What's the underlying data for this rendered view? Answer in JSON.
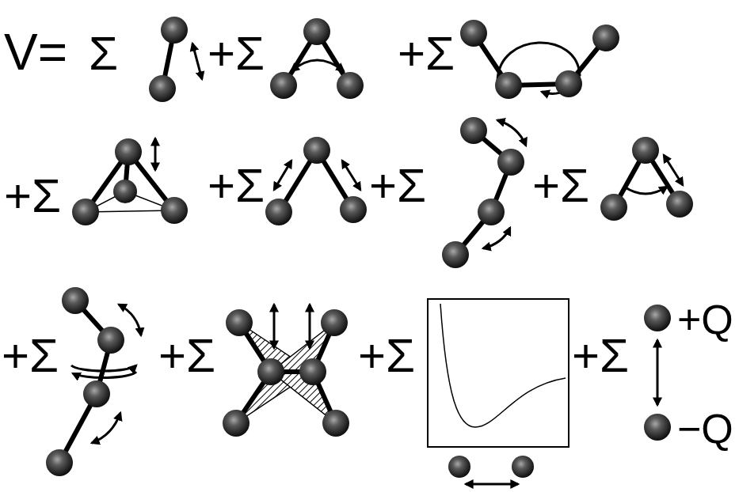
{
  "diagram": {
    "labels": [
      "V=",
      "Σ",
      "+Σ",
      "+Σ",
      "+Σ",
      "+Σ",
      "+Σ",
      "+Σ",
      "+Σ",
      "+Σ",
      "+Σ",
      "+Σ",
      "+Q",
      "−Q"
    ]
  }
}
